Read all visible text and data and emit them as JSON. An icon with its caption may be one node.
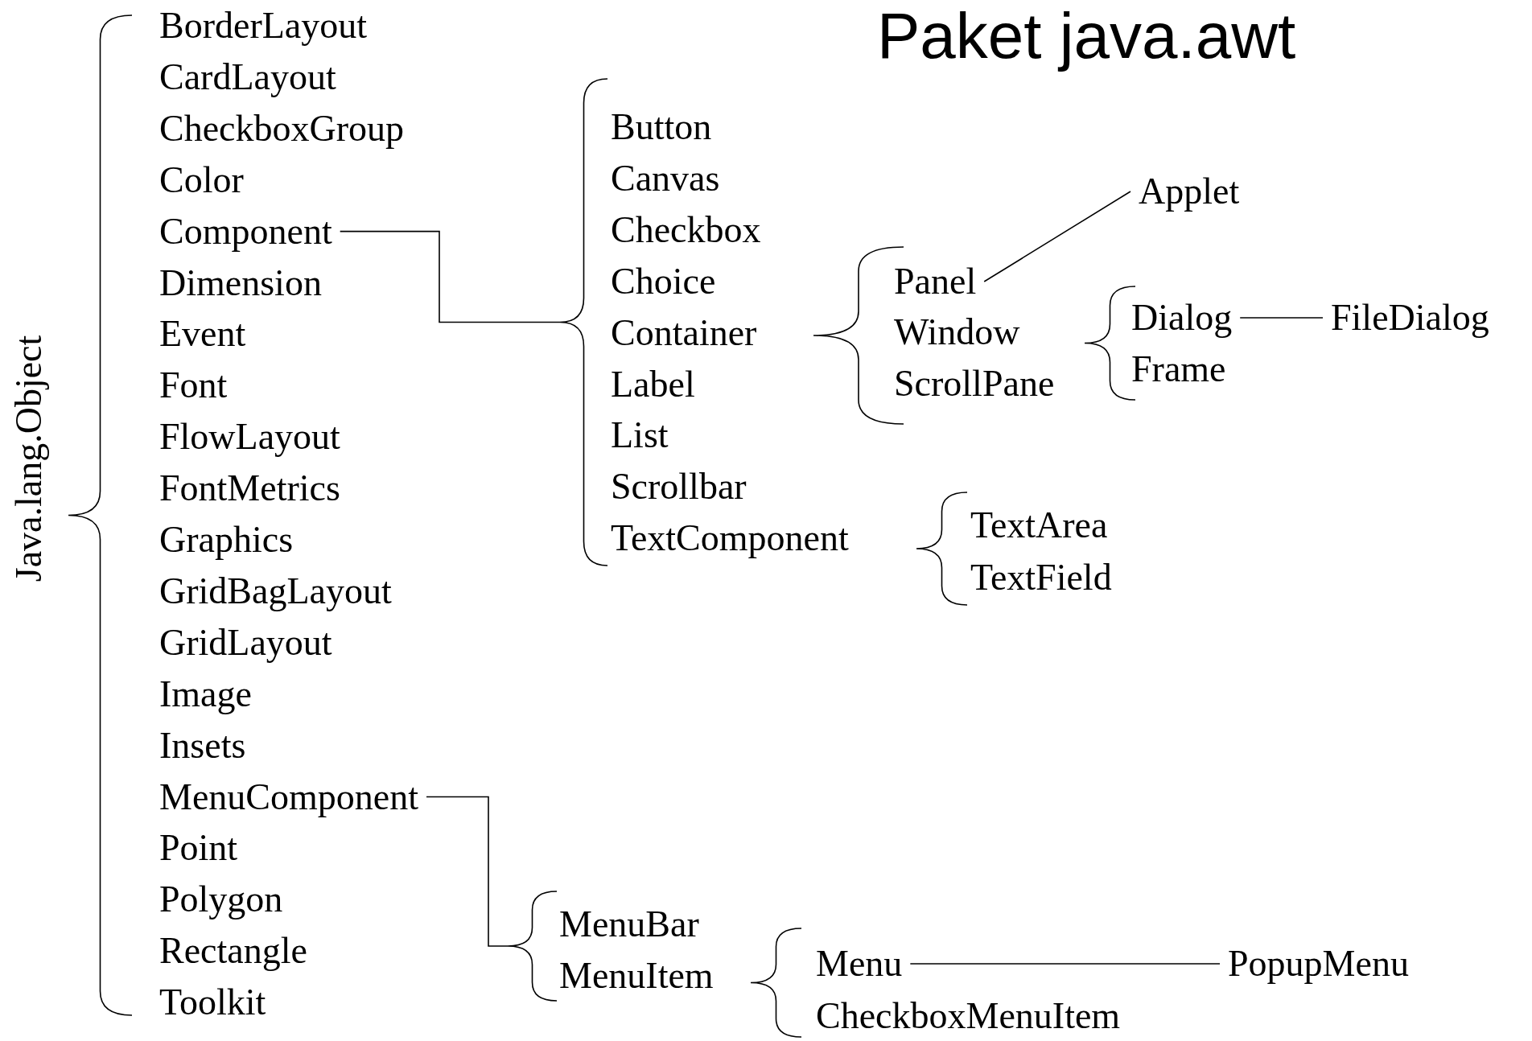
{
  "diagram": {
    "title": "Paket java.awt",
    "nodes": [
      {
        "text": [
          "Java.lang.Object"
        ]
      },
      {
        "text": [
          "BorderLayout"
        ]
      },
      {
        "text": [
          "CardLayout"
        ]
      },
      {
        "text": [
          "CheckboxGroup"
        ]
      },
      {
        "text": [
          "Color"
        ]
      },
      {
        "text": [
          "Component"
        ]
      },
      {
        "text": [
          "Dimension"
        ]
      },
      {
        "text": [
          "Event"
        ]
      },
      {
        "text": [
          "Font"
        ]
      },
      {
        "text": [
          "FlowLayout"
        ]
      },
      {
        "text": [
          "FontMetrics"
        ]
      },
      {
        "text": [
          "Graphics"
        ]
      },
      {
        "text": [
          "GridBagLayout"
        ]
      },
      {
        "text": [
          "GridLayout"
        ]
      },
      {
        "text": [
          "Image"
        ]
      },
      {
        "text": [
          "Insets"
        ]
      },
      {
        "text": [
          "MenuComponent"
        ]
      },
      {
        "text": [
          "Point"
        ]
      },
      {
        "text": [
          "Polygon"
        ]
      },
      {
        "text": [
          "Rectangle"
        ]
      },
      {
        "text": [
          "Toolkit"
        ]
      },
      {
        "text": [
          "Button"
        ]
      },
      {
        "text": [
          "Canvas"
        ]
      },
      {
        "text": [
          "Checkbox"
        ]
      },
      {
        "text": [
          "Choice"
        ]
      },
      {
        "text": [
          "Container"
        ]
      },
      {
        "text": [
          "Label"
        ]
      },
      {
        "text": [
          "List"
        ]
      },
      {
        "text": [
          "Scrollbar"
        ]
      },
      {
        "text": [
          "TextComponent"
        ]
      },
      {
        "text": [
          "Applet"
        ]
      },
      {
        "text": [
          "Panel"
        ]
      },
      {
        "text": [
          "Window"
        ]
      },
      {
        "text": [
          "ScrollPane"
        ]
      },
      {
        "text": [
          "Dialog"
        ]
      },
      {
        "text": [
          "FileDialog"
        ]
      },
      {
        "text": [
          "Frame"
        ]
      },
      {
        "text": [
          "TextArea"
        ]
      },
      {
        "text": [
          "TextField"
        ]
      },
      {
        "text": [
          "MenuBar"
        ]
      },
      {
        "text": [
          "MenuItem"
        ]
      },
      {
        "text": [
          "Menu"
        ]
      },
      {
        "text": [
          "PopupMenu"
        ]
      },
      {
        "text": [
          "CheckboxMenuItem"
        ]
      },
      {
        "text": [],
        "shape": "brace"
      },
      {
        "text": [],
        "shape": "brace"
      },
      {
        "text": [],
        "shape": "brace"
      },
      {
        "text": [],
        "shape": "brace"
      },
      {
        "text": [],
        "shape": "brace"
      },
      {
        "text": [],
        "shape": "brace"
      },
      {
        "text": [],
        "shape": "brace"
      }
    ],
    "edges": [
      {
        "from": 5,
        "to": 45,
        "arrow": "none"
      },
      {
        "from": 16,
        "to": 49,
        "arrow": "none"
      },
      {
        "from": 31,
        "to": 30,
        "arrow": "none"
      },
      {
        "from": 34,
        "to": 35,
        "arrow": "none"
      },
      {
        "from": 41,
        "to": 42,
        "arrow": "none"
      }
    ]
  }
}
